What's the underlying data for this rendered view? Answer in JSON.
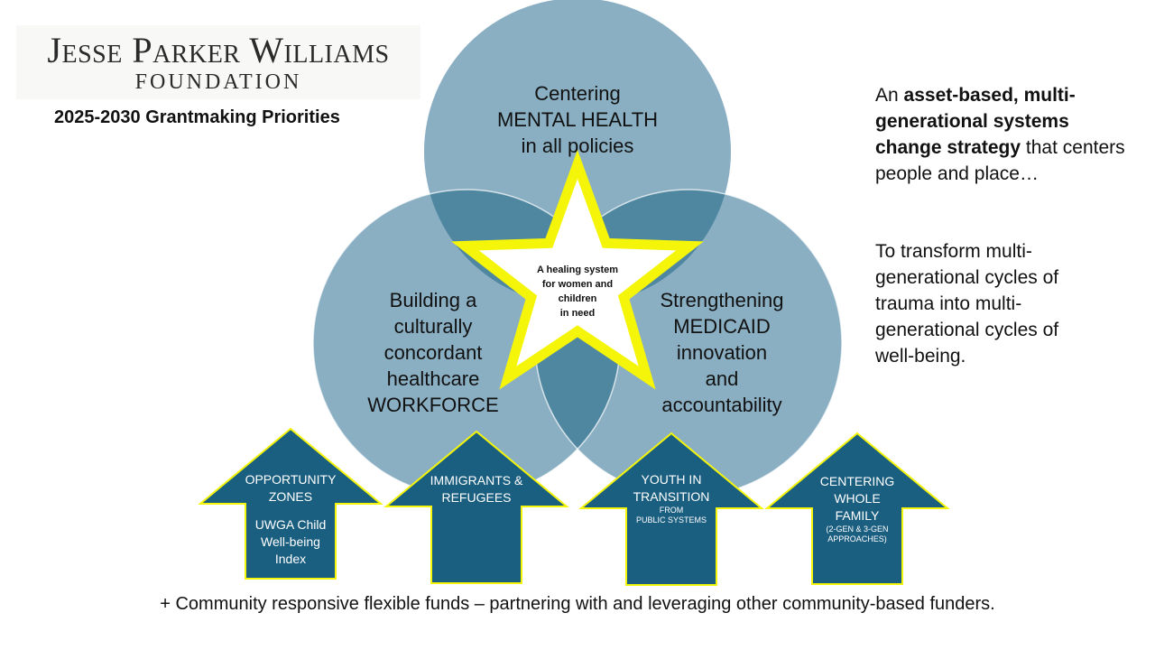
{
  "logo": {
    "name": "Jesse Parker Williams",
    "sub": "FOUNDATION"
  },
  "subtitle": "2025-2030 Grantmaking Priorities",
  "colors": {
    "circle": "#8aafc3",
    "overlap": "#4f87a1",
    "arrow": "#1a5e80",
    "star_outline": "#f5f50a",
    "text": "#111111"
  },
  "circles": {
    "top": {
      "lines": [
        "Centering",
        "MENTAL HEALTH",
        "in all policies"
      ]
    },
    "left": {
      "lines": [
        "Building a",
        "culturally",
        "concordant",
        "healthcare",
        "WORKFORCE"
      ]
    },
    "right": {
      "lines": [
        "Strengthening",
        "MEDICAID",
        "innovation",
        "and",
        "accountability"
      ]
    }
  },
  "star": {
    "lines": [
      "A healing system",
      "for women and",
      "children",
      "in need"
    ]
  },
  "arrows": [
    {
      "title": [
        "OPPORTUNITY",
        "ZONES"
      ],
      "detail": [
        "UWGA Child",
        "Well-being",
        "Index"
      ]
    },
    {
      "title": [
        "IMMIGRANTS &",
        "REFUGEES"
      ]
    },
    {
      "title": [
        "YOUTH IN",
        "TRANSITION"
      ],
      "small": [
        "FROM",
        "PUBLIC SYSTEMS"
      ]
    },
    {
      "title": [
        "CENTERING",
        "WHOLE",
        "FAMILY"
      ],
      "small": [
        "(2-GEN & 3-GEN",
        "APPROACHES)"
      ]
    }
  ],
  "right_text": {
    "p1_prefix": "An ",
    "p1_bold": "asset-based, multi-generational systems change strategy",
    "p1_suffix": " that centers people and place…",
    "p2": "To transform multi-generational cycles of trauma into multi-generational cycles of well-being."
  },
  "footer": "+ Community responsive flexible funds – partnering with and leveraging other community-based funders."
}
